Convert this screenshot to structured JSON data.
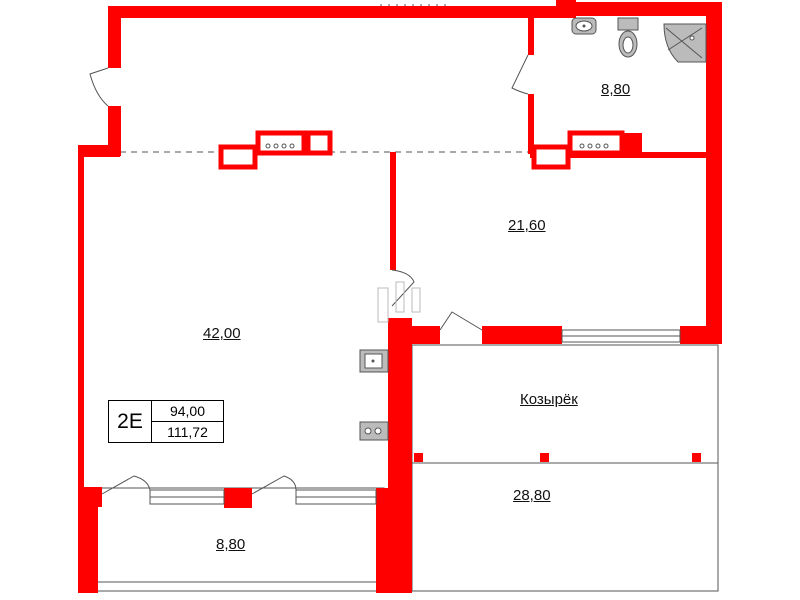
{
  "colors": {
    "wall": "#ff0000",
    "outline": "#555555",
    "fixture": "#888888",
    "background": "#ffffff"
  },
  "apartment": {
    "code": "2E",
    "area_living": "94,00",
    "area_total": "111,72"
  },
  "rooms": [
    {
      "id": "bathroom",
      "area": "8,80"
    },
    {
      "id": "bedroom",
      "area": "21,60"
    },
    {
      "id": "living-room",
      "area": "42,00"
    },
    {
      "id": "canopy",
      "name": "Козырёк"
    },
    {
      "id": "lower-terrace",
      "area": "28,80"
    },
    {
      "id": "balcony",
      "area": "8,80"
    }
  ],
  "icons": [
    "sink-icon",
    "toilet-icon",
    "shower-icon",
    "kitchen-sink-icon",
    "stove-icon",
    "radiator-icon"
  ]
}
